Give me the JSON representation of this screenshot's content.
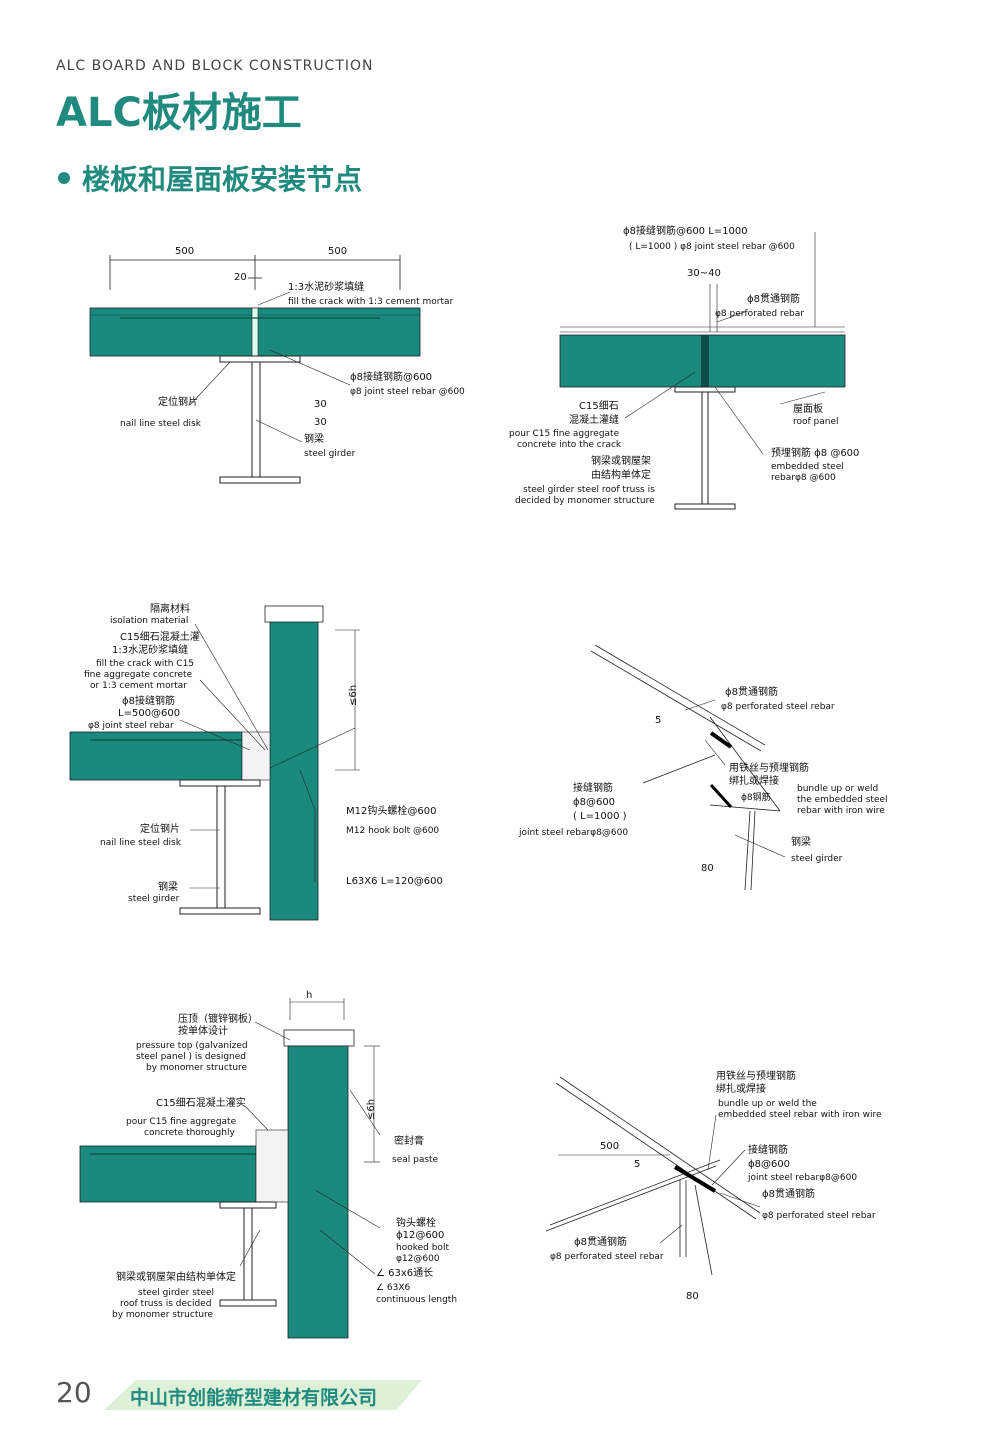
{
  "header": {
    "subtitle_en": "ALC BOARD AND BLOCK CONSTRUCTION",
    "title_cn": "ALC板材施工",
    "section_title": "楼板和屋面板安装节点"
  },
  "d1": {
    "dim_left": "500",
    "dim_right": "500",
    "dim_gap": "20",
    "fill_cn": "1:3水泥砂浆填缝",
    "fill_en": "fill the crack with 1:3 cement mortar",
    "rebar_cn": "ϕ8接缝钢筋@600",
    "rebar_en": "φ8 joint steel rebar @600",
    "dim_30a": "30",
    "dim_30b": "30",
    "disk_cn": "定位钢片",
    "disk_en": "nail line steel disk",
    "girder_cn": "钢梁",
    "girder_en": "steel girder"
  },
  "d2": {
    "rebar_cn": "ϕ8接缝钢筋@600   L=1000",
    "rebar_en": "( L=1000 ) φ8 joint steel rebar @600",
    "gap": "30~40",
    "perf_cn": "ϕ8贯通钢筋",
    "perf_en": "φ8 perforated rebar",
    "c15_cn1": "C15细石",
    "c15_cn2": "混凝土灌缝",
    "c15_en1": "pour C15 fine aggregate",
    "c15_en2": "concrete into the crack",
    "roof_cn": "屋面板",
    "roof_en": "roof panel",
    "truss_cn1": "钢梁或钢屋架",
    "truss_cn2": "由结构单体定",
    "truss_en1": "steel girder steel roof truss is",
    "truss_en2": "decided by monomer structure",
    "emb_cn": "预埋钢筋 ϕ8 @600",
    "emb_en1": "embedded steel",
    "emb_en2": "rebarφ8 @600"
  },
  "d3": {
    "iso_cn": "隔离材料",
    "iso_en": "isolation material",
    "c15_cn1": "C15细石混凝土灌",
    "c15_cn2": "1:3水泥砂浆填缝",
    "c15_en1": "fill the crack with C15",
    "c15_en2": "fine aggregate concrete",
    "c15_en3": "or 1:3 cement mortar",
    "rebar_cn1": "ϕ8接缝钢筋",
    "rebar_cn2": "L=500@600",
    "rebar_en": "φ8 joint steel rebar",
    "dim": "≤6h",
    "disk_cn": "定位钢片",
    "disk_en": "nail line steel disk",
    "girder_cn": "钢梁",
    "girder_en": "steel girder",
    "bolt_cn": "M12钩头螺栓@600",
    "bolt_en": "M12 hook bolt @600",
    "angle": "L63X6   L=120@600"
  },
  "d4": {
    "perf_cn": "ϕ8贯通钢筋",
    "perf_en": "φ8 perforated steel rebar",
    "dim5": "5",
    "weld_cn1": "用铁丝与预埋钢筋",
    "weld_cn2": "绑扎或焊接",
    "phi8": "ϕ8钢筋",
    "weld_en1": "bundle up or weld",
    "weld_en2": "the embedded steel",
    "weld_en3": "rebar with iron wire",
    "joint_cn1": "接缝钢筋",
    "joint_cn2": "ϕ8@600",
    "joint_cn3": "( L=1000 )",
    "joint_en": "joint steel rebarφ8@600",
    "girder_cn": "钢梁",
    "girder_en": "steel girder",
    "dim80": "80"
  },
  "d5": {
    "dim_h": "h",
    "top_cn1": "压顶（镀锌钢板）",
    "top_cn2": "按单体设计",
    "top_en1": "pressure top (galvanized",
    "top_en2": "steel panel ) is designed",
    "top_en3": "by monomer structure",
    "c15_cn": "C15细石混凝土灌实",
    "c15_en1": "pour C15 fine aggregate",
    "c15_en2": "concrete thoroughly",
    "dim": "≤6h",
    "seal_cn": "密封膏",
    "seal_en": "seal paste",
    "bolt_cn1": "钩头螺栓",
    "bolt_cn2": "ϕ12@600",
    "bolt_en1": "hooked bolt",
    "bolt_en2": "φ12@600",
    "angle_cn": "∠ 63x6通长",
    "angle_en1": "∠ 63X6",
    "angle_en2": "continuous length",
    "truss_cn": "钢梁或钢屋架由结构单体定",
    "truss_en1": "steel girder steel",
    "truss_en2": "roof truss is decided",
    "truss_en3": "by monomer structure"
  },
  "d6": {
    "weld_cn1": "用铁丝与预埋钢筋",
    "weld_cn2": "绑扎或焊接",
    "weld_en1": "bundle up or weld the",
    "weld_en2": "embedded steel rebar with iron wire",
    "dim500": "500",
    "dim5": "5",
    "joint_cn1": "接缝钢筋",
    "joint_cn2": "ϕ8@600",
    "joint_en": "joint steel rebarφ8@600",
    "perf_cn": "ϕ8贯通钢筋",
    "perf_en": "φ8 perforated steel rebar",
    "perf2_cn": "ϕ8贯通钢筋",
    "perf2_en": "φ8 perforated steel rebar",
    "dim80": "80"
  },
  "footer": {
    "page_number": "20",
    "company": "中山市创能新型建材有限公司"
  },
  "colors": {
    "accent": "#1f8a7d",
    "panel": "#1a8a7e",
    "footer_band": "#dff0d9"
  }
}
